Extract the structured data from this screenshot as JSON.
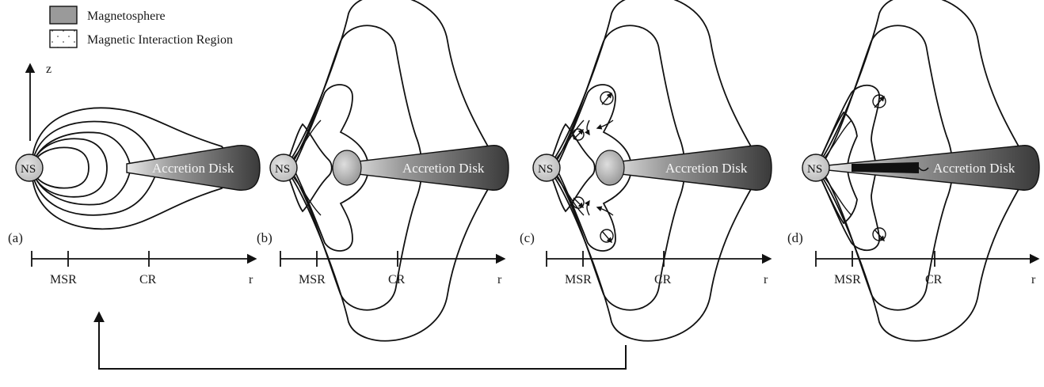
{
  "legend": {
    "magnetosphere": "Magnetosphere",
    "interaction_region": "Magnetic Interaction Region"
  },
  "axes": {
    "z_label": "z",
    "r_label": "r",
    "msr_label": "MSR",
    "cr_label": "CR"
  },
  "panels": [
    {
      "tag": "(a)",
      "ns": "NS",
      "disk": "Accretion Disk"
    },
    {
      "tag": "(b)",
      "ns": "NS",
      "disk": "Accretion Disk"
    },
    {
      "tag": "(c)",
      "ns": "NS",
      "disk": "Accretion Disk"
    },
    {
      "tag": "(d)",
      "ns": "NS",
      "disk": "Accretion Disk"
    }
  ],
  "colors": {
    "magnetosphere_fill": "#9a9a9a",
    "interaction_fill": "#ffffff",
    "disk_dark": "#3a3a3a",
    "disk_light": "#e8e8e8",
    "ns_fill": "#c8c8c8",
    "line": "#111111"
  },
  "icons": [
    "arrow-up-icon",
    "arrow-right-icon",
    "loop-arrow-icon",
    "wavy-line-icon"
  ]
}
